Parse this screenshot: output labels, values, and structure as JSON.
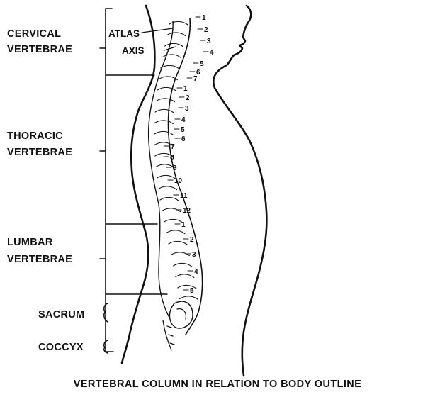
{
  "regions": {
    "cervical": [
      "CERVICAL",
      "VERTEBRAE"
    ],
    "thoracic": [
      "THORACIC",
      "VERTEBRAE"
    ],
    "lumbar": [
      "LUMBAR",
      "VERTEBRAE"
    ],
    "sacrum": "SACRUM",
    "coccyx": "COCCYX"
  },
  "landmarks": {
    "atlas": "ATLAS",
    "axis": "AXIS"
  },
  "cervical_numbers": [
    "1",
    "2",
    "3",
    "4",
    "5",
    "6",
    "7"
  ],
  "thoracic_numbers": [
    "1",
    "2",
    "3",
    "4",
    "5",
    "6",
    "7",
    "8",
    "9",
    "10",
    "11",
    "12"
  ],
  "lumbar_numbers": [
    "1",
    "2",
    "3",
    "4",
    "5"
  ],
  "caption": "VERTEBRAL COLUMN IN RELATION TO BODY OUTLINE"
}
